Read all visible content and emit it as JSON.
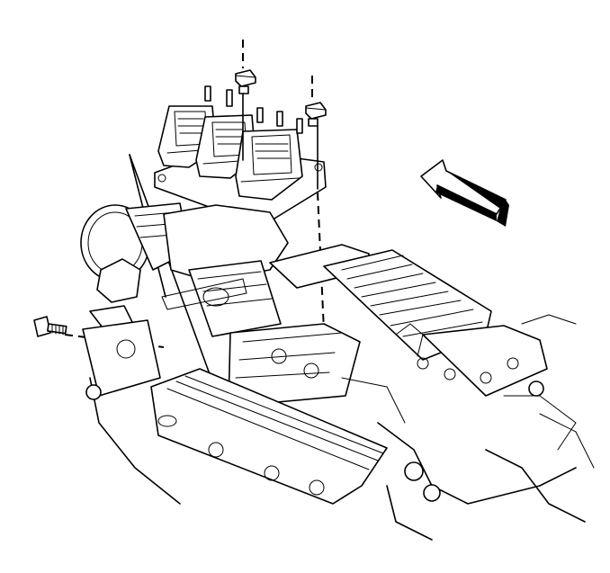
{
  "figure": {
    "title": "",
    "parts": [
      {
        "id": "ignition-coil-assembly",
        "count": 3
      },
      {
        "id": "coil-bracket"
      },
      {
        "id": "coil-mounting-nut",
        "count": 2
      },
      {
        "id": "coil-mounting-bolt",
        "count": 1
      },
      {
        "id": "mounting-stud",
        "count": 2
      },
      {
        "id": "intake-manifold"
      },
      {
        "id": "throttle-body"
      },
      {
        "id": "valve-cover"
      },
      {
        "id": "direction-arrow"
      }
    ],
    "line_color": "#000000",
    "background_color": "#ffffff"
  }
}
